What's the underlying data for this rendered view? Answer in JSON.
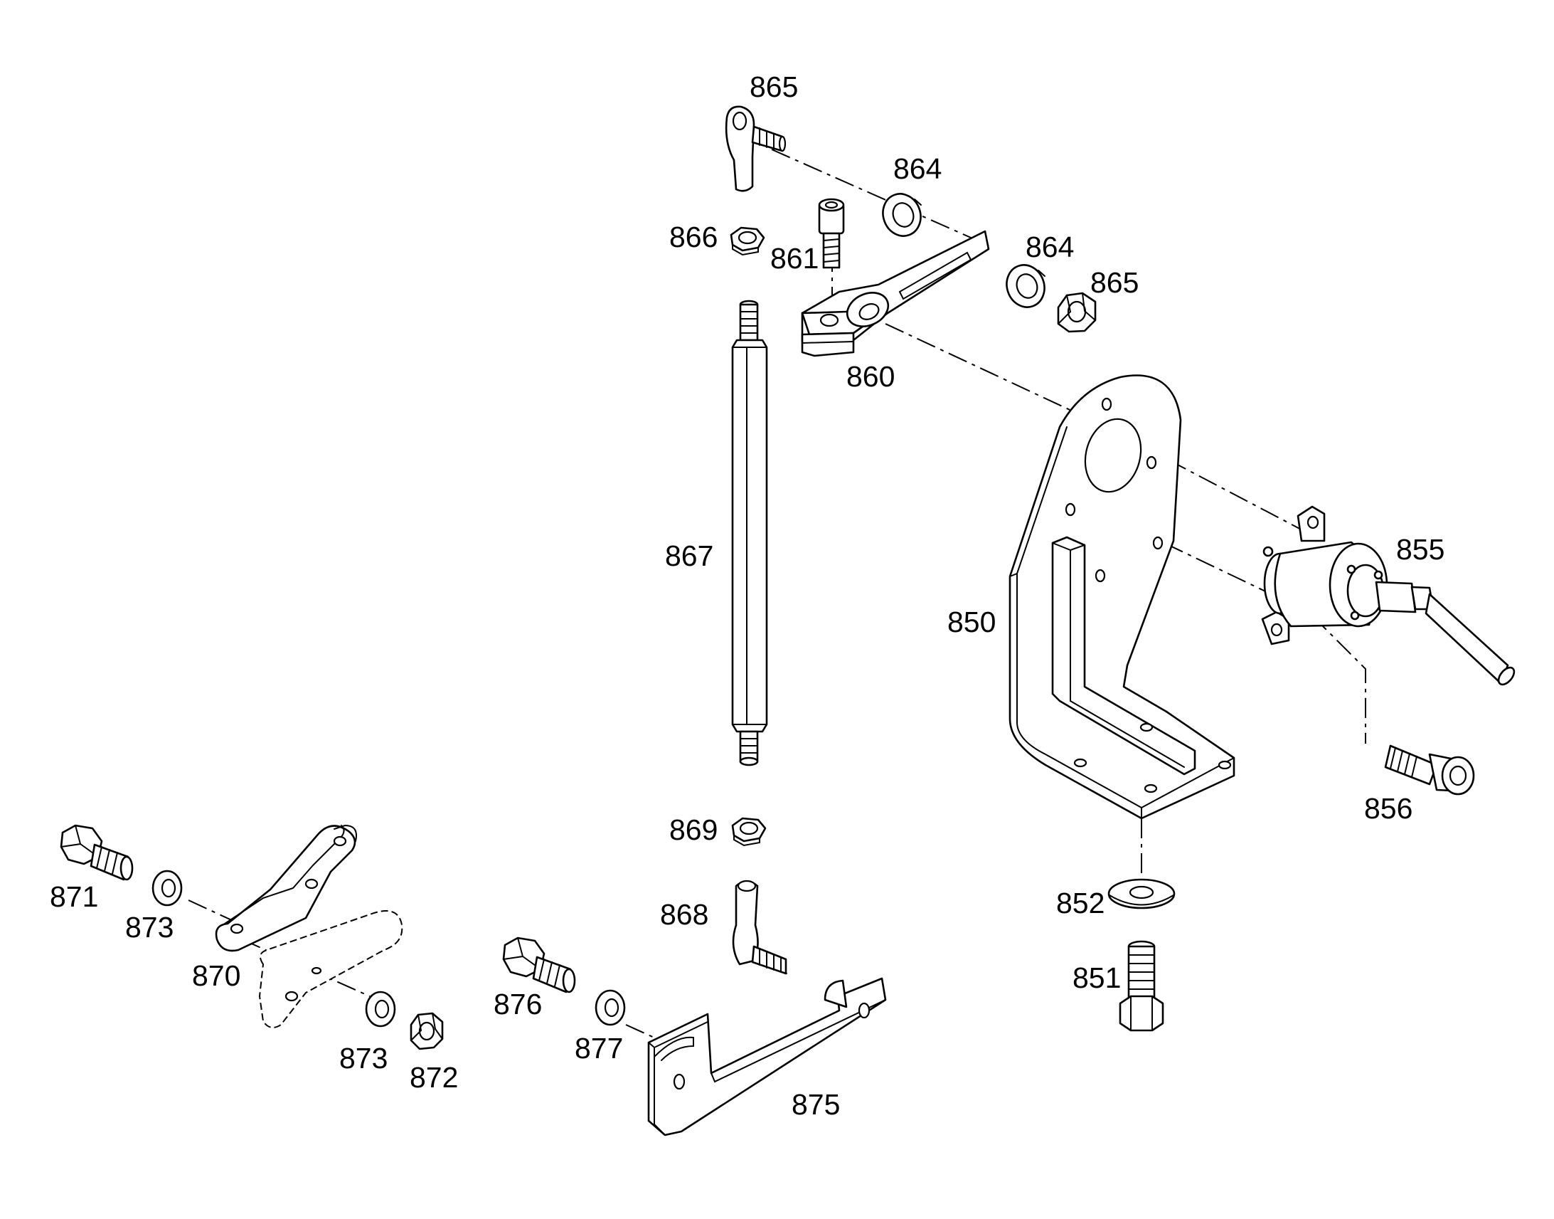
{
  "labels": {
    "l865a": "865",
    "l864a": "864",
    "l866": "866",
    "l861": "861",
    "l864b": "864",
    "l865b": "865",
    "l860": "860",
    "l867": "867",
    "l850": "850",
    "l855": "855",
    "l856": "856",
    "l869": "869",
    "l852": "852",
    "l868": "868",
    "l851": "851",
    "l871": "871",
    "l873a": "873",
    "l870": "870",
    "l873b": "873",
    "l872": "872",
    "l876": "876",
    "l877": "877",
    "l875": "875"
  }
}
